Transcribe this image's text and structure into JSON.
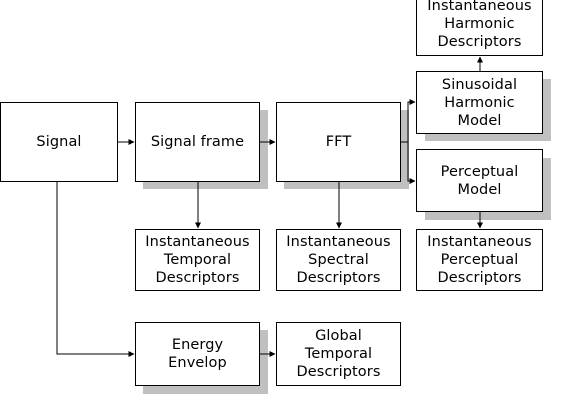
{
  "diagram": {
    "nodes": {
      "signal": [
        "Signal"
      ],
      "signal_frame": [
        "Signal frame"
      ],
      "fft": [
        "FFT"
      ],
      "inst_harmonic": [
        "Instantaneous",
        "Harmonic",
        "Descriptors"
      ],
      "sinusoidal_model": [
        "Sinusoidal",
        "Harmonic",
        "Model"
      ],
      "perceptual_model": [
        "Perceptual",
        "Model"
      ],
      "inst_temporal": [
        "Instantaneous",
        "Temporal",
        "Descriptors"
      ],
      "inst_spectral": [
        "Instantaneous",
        "Spectral",
        "Descriptors"
      ],
      "inst_perceptual": [
        "Instantaneous",
        "Perceptual",
        "Descriptors"
      ],
      "energy_envelop": [
        "Energy",
        "Envelop"
      ],
      "global_temporal": [
        "Global",
        "Temporal",
        "Descriptors"
      ]
    },
    "edges": [
      [
        "signal",
        "signal_frame"
      ],
      [
        "signal_frame",
        "fft"
      ],
      [
        "fft",
        "sinusoidal_model"
      ],
      [
        "fft",
        "perceptual_model"
      ],
      [
        "sinusoidal_model",
        "inst_harmonic"
      ],
      [
        "signal_frame",
        "inst_temporal"
      ],
      [
        "fft",
        "inst_spectral"
      ],
      [
        "perceptual_model",
        "inst_perceptual"
      ],
      [
        "signal",
        "energy_envelop"
      ],
      [
        "energy_envelop",
        "global_temporal"
      ]
    ],
    "colors": {
      "box_border": "#000000",
      "box_fill": "#ffffff",
      "shadow": "#c0c0c0",
      "wire": "#000000"
    }
  }
}
